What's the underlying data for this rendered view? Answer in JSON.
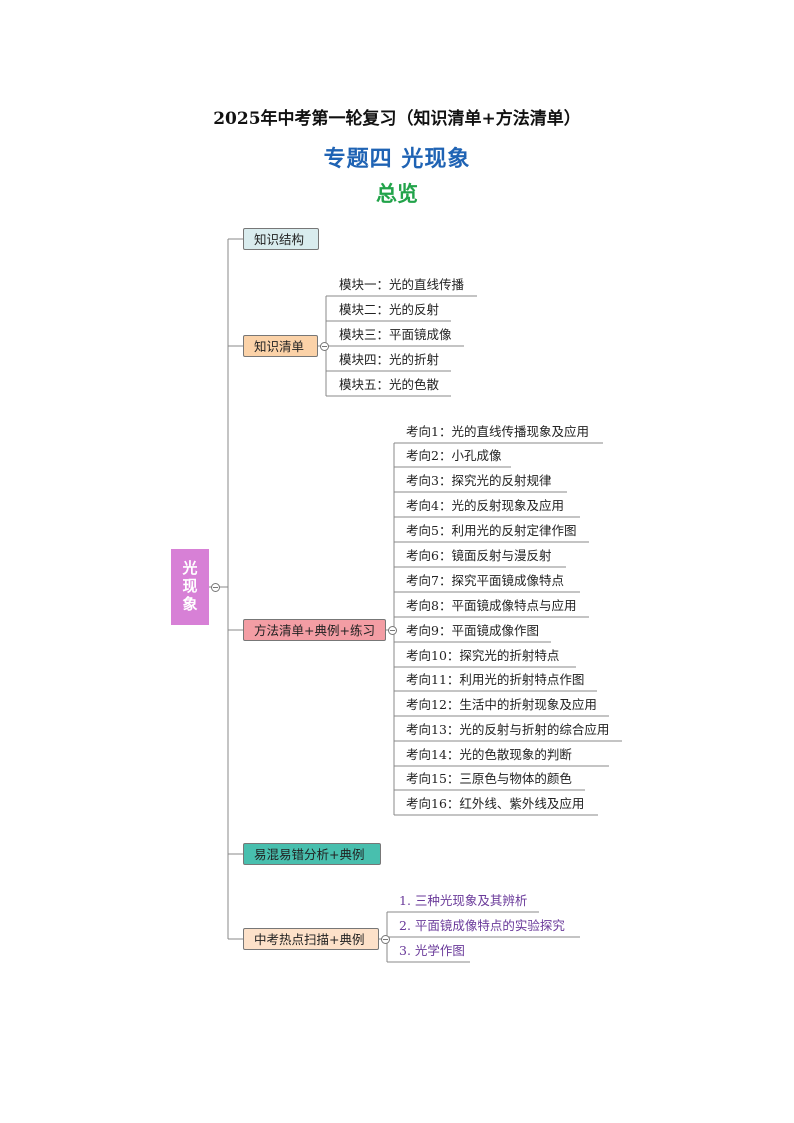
{
  "header": {
    "title": "2025年中考第一轮复习（知识清单+方法清单）",
    "subtitle": "专题四    光现象",
    "overview": "总览"
  },
  "root": {
    "label": "光现象"
  },
  "branches": {
    "structure": {
      "label": "知识结构"
    },
    "knowledge": {
      "label": "知识清单",
      "items": [
        "模块一：光的直线传播",
        "模块二：光的反射",
        "模块三：平面镜成像",
        "模块四：光的折射",
        "模块五：光的色散"
      ]
    },
    "method": {
      "label": "方法清单+典例+练习",
      "items": [
        "考向1：光的直线传播现象及应用",
        "考向2：小孔成像",
        "考向3：探究光的反射规律",
        "考向4：光的反射现象及应用",
        "考向5：利用光的反射定律作图",
        "考向6：镜面反射与漫反射",
        "考向7：探究平面镜成像特点",
        "考向8：平面镜成像特点与应用",
        "考向9：平面镜成像作图",
        "考向10：探究光的折射特点",
        "考向11：利用光的折射特点作图",
        "考向12：生活中的折射现象及应用",
        "考向13：光的反射与折射的综合应用",
        "考向14：光的色散现象的判断",
        "考向15：三原色与物体的颜色",
        "考向16：红外线、紫外线及应用"
      ]
    },
    "easy": {
      "label": "易混易错分析+典例"
    },
    "hot": {
      "label": "中考热点扫描+典例",
      "items": [
        "1. 三种光现象及其辨析",
        "2. 平面镜成像特点的实验探究",
        "3. 光学作图"
      ]
    }
  },
  "colors": {
    "root": "#d780d6",
    "structure": "#d9ecee",
    "knowledge": "#fbd2a8",
    "method": "#f39da4",
    "easy": "#48bfae",
    "hot": "#fde1c9",
    "hot_text": "#6a3a9a"
  }
}
